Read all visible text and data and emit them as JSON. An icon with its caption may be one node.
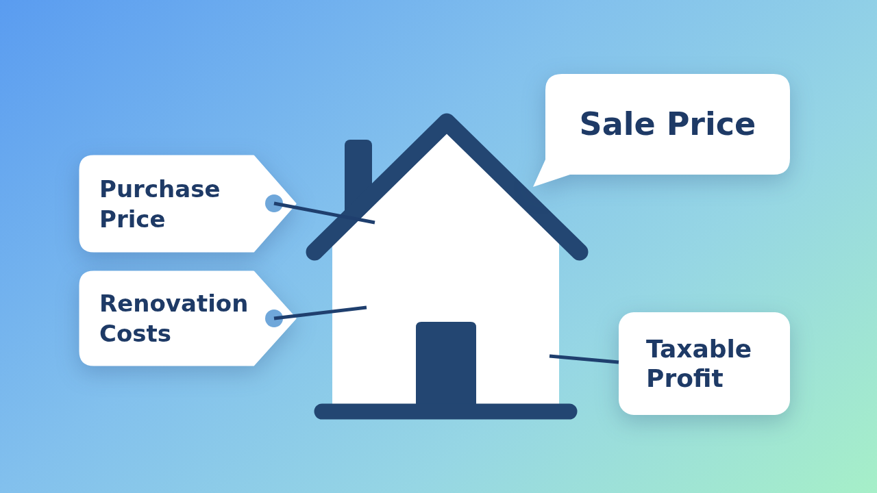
{
  "diagram": {
    "nodes": [
      {
        "text": [
          "Purchase Price"
        ]
      },
      {
        "text": [
          "Renovation Costs"
        ]
      },
      {
        "text": [],
        "shape": "picture"
      },
      {
        "text": [
          "Sale Price"
        ]
      },
      {
        "text": [
          "Taxable Profit"
        ]
      }
    ],
    "edges": [
      {
        "from": 0,
        "to": 2,
        "arrow": "none"
      },
      {
        "from": 1,
        "to": 2,
        "arrow": "none"
      },
      {
        "from": 4,
        "to": 2,
        "arrow": "none"
      }
    ]
  }
}
